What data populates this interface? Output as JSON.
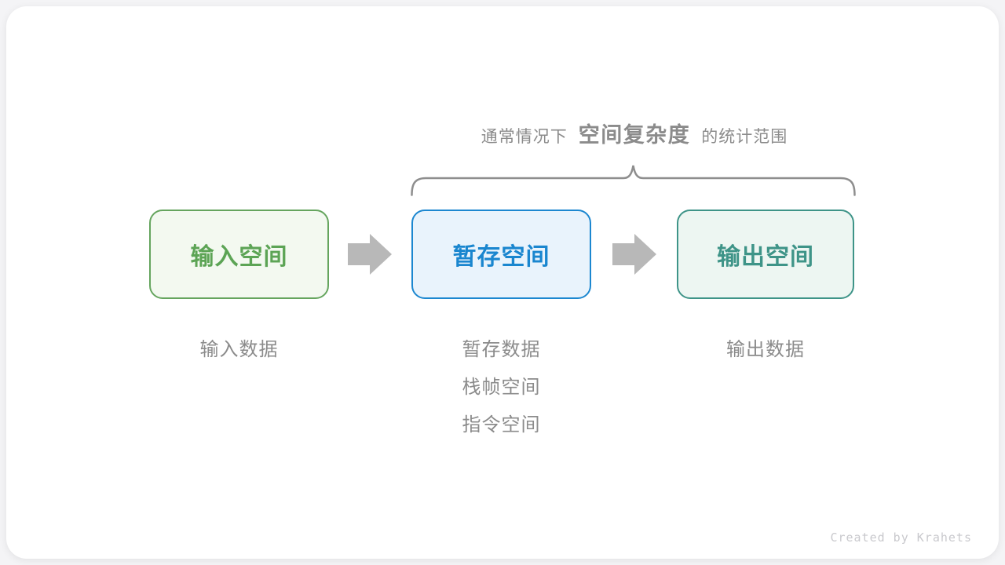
{
  "annotation": {
    "prefix": "通常情况下",
    "highlight": "空间复杂度",
    "suffix": "的统计范围"
  },
  "boxes": [
    {
      "id": "input-space",
      "label": "输入空间",
      "border_color": "#65a55e",
      "background": "#f3f9f0",
      "text_color": "#5ca455"
    },
    {
      "id": "temp-space",
      "label": "暂存空间",
      "border_color": "#1c87d0",
      "background": "#e9f3fc",
      "text_color": "#1a86cf"
    },
    {
      "id": "output-space",
      "label": "输出空间",
      "border_color": "#3e9488",
      "background": "#edf6f2",
      "text_color": "#3e9488"
    }
  ],
  "captions": {
    "input": [
      "输入数据"
    ],
    "temp": [
      "暂存数据",
      "栈帧空间",
      "指令空间"
    ],
    "output": [
      "输出数据"
    ]
  },
  "footer": {
    "credit": "Created by Krahets"
  },
  "colors": {
    "arrow": "#b8b8b8",
    "brace": "#8e8e8e",
    "caption_text": "#8b8b8b",
    "annotation_text": "#8b8b8b"
  }
}
